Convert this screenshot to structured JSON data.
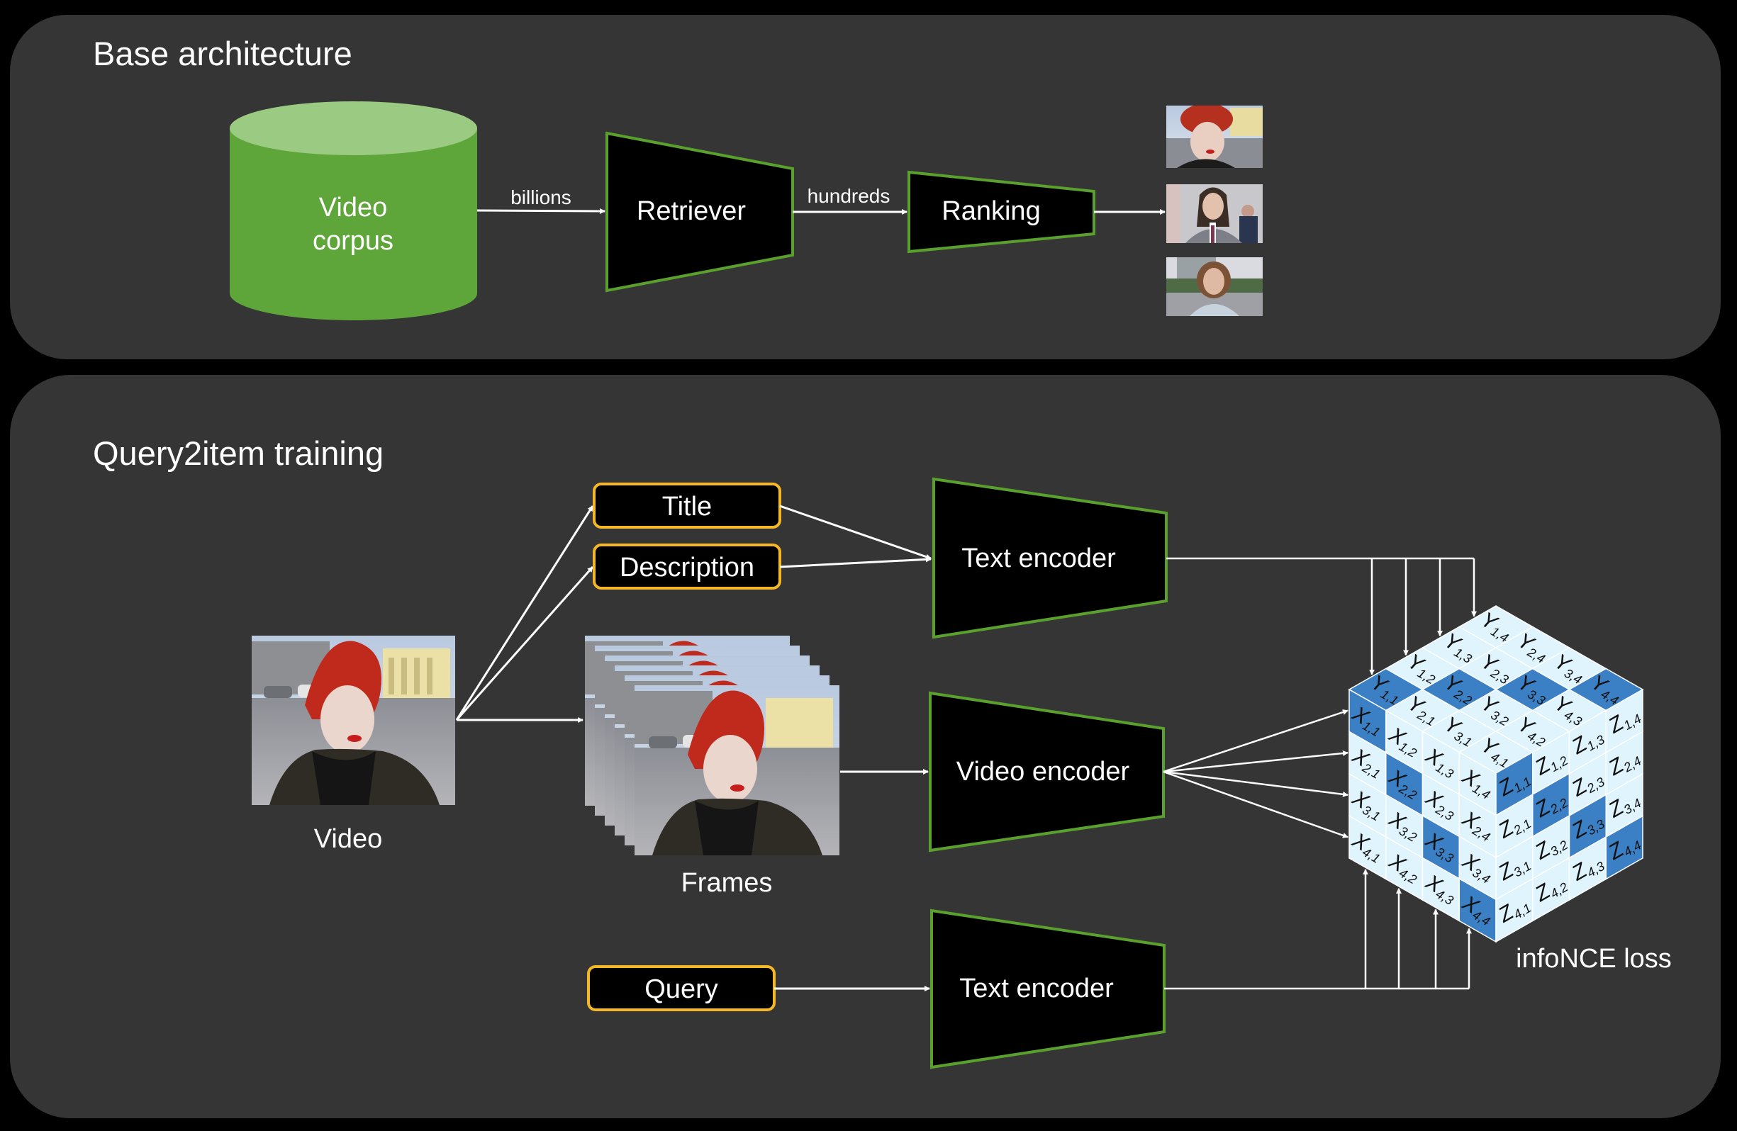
{
  "colors": {
    "background": "#000000",
    "panel": "#353535",
    "encoder_border": "#5aa02c",
    "input_border": "#f4b728",
    "cylinder_body": "#5fa63a",
    "cylinder_top": "#9bcb82",
    "cube_light": "#dff4fd",
    "cube_dark": "#3b7fc4",
    "arrow": "#ffffff"
  },
  "base_architecture": {
    "title": "Base architecture",
    "corpus": {
      "line1": "Video",
      "line2": "corpus"
    },
    "edge_corpus_to_retriever": "billions",
    "retriever": "Retriever",
    "edge_retriever_to_ranking": "hundreds",
    "ranking": "Ranking",
    "results": [
      {
        "name": "result-thumbnail-1",
        "desc": "woman in red hat"
      },
      {
        "name": "result-thumbnail-2",
        "desc": "smiling man in suit"
      },
      {
        "name": "result-thumbnail-3",
        "desc": "woman in grey jacket"
      }
    ]
  },
  "query2item": {
    "title": "Query2item training",
    "video_label": "Video",
    "frames_label": "Frames",
    "frame_count": 6,
    "title_box": "Title",
    "description_box": "Description",
    "query_box": "Query",
    "text_encoder_top": "Text encoder",
    "video_encoder": "Video encoder",
    "text_encoder_bottom": "Text encoder",
    "loss_label": "infoNCE loss",
    "cube": {
      "size": 4,
      "faces": [
        {
          "face": "top",
          "letter": "Y"
        },
        {
          "face": "left",
          "letter": "X"
        },
        {
          "face": "right",
          "letter": "Z"
        }
      ],
      "highlight": "diagonal (i = j)"
    }
  }
}
